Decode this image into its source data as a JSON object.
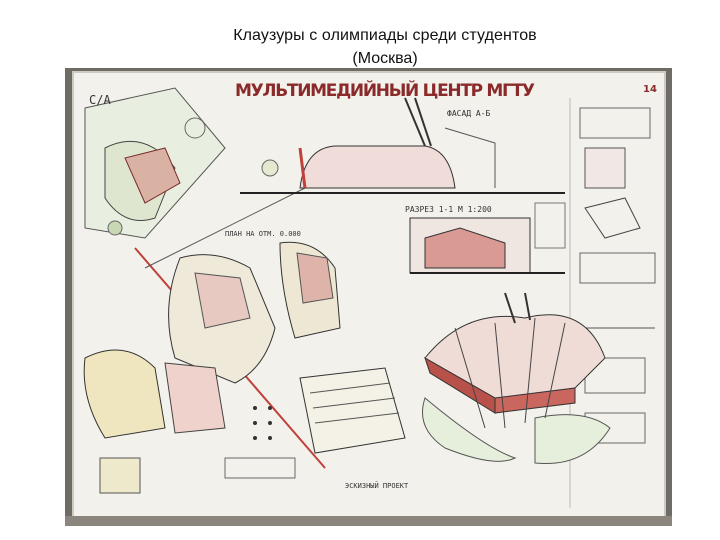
{
  "page": {
    "title": "Клаузуры с олимпиады среди студентов",
    "subtitle": "(Москва)"
  },
  "poster": {
    "heading": "МУЛЬТИМЕДИЙНЫЙ ЦЕНТР МГТУ",
    "section_label": "РАЗРЕЗ 1-1 М 1:200",
    "plan_label": "ПЛАН НА ОТМ. 0.000",
    "footer_note": "ЭСКИЗНЫЙ ПРОЕКТ",
    "sheet_number": "14"
  },
  "colors": {
    "board": "#f2f0ea",
    "frame": "#7a776f",
    "accent_red": "#c0403a",
    "ink": "#333333"
  }
}
